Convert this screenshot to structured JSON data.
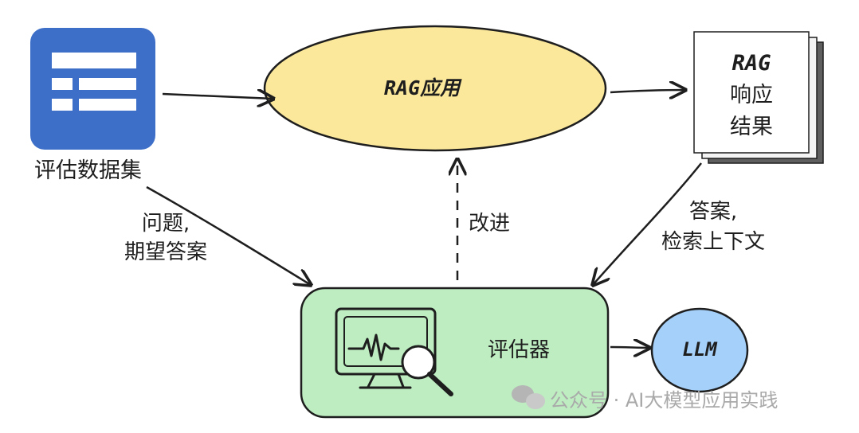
{
  "dataset": {
    "label": "评估数据集"
  },
  "rag_app": {
    "label": "RAG应用"
  },
  "response": {
    "line1": "RAG",
    "line2": "响应",
    "line3": "结果"
  },
  "evaluator": {
    "label": "评估器"
  },
  "llm": {
    "label": "LLM"
  },
  "edges": {
    "questions_line1": "问题,",
    "questions_line2": "期望答案",
    "improve": "改进",
    "answers_line1": "答案,",
    "answers_line2": "检索上下文"
  },
  "watermark": {
    "text": "公众号 · AI大模型应用实践"
  },
  "colors": {
    "dataset_blue": "#3d6fc9",
    "rag_yellow": "#fbe89a",
    "evaluator_green": "#bdedc1",
    "llm_blue": "#a5d0f9",
    "stroke": "#1e1e1e"
  }
}
